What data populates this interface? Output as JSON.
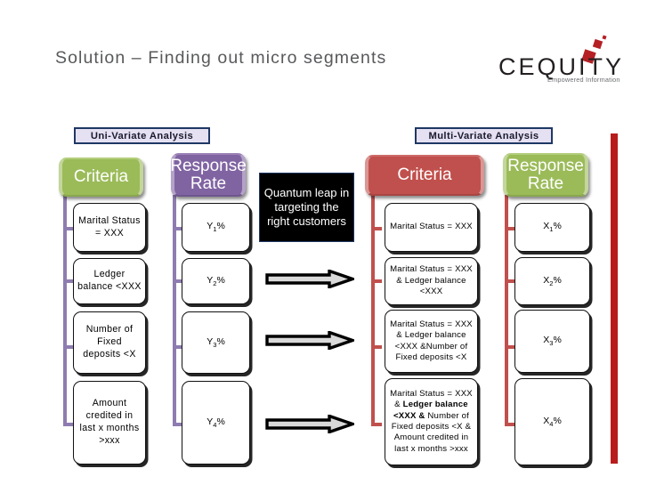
{
  "slide": {
    "title": "Solution – Finding out micro segments",
    "background": "#ffffff"
  },
  "logo": {
    "wordmark": "CEQUITY",
    "tagline": "Empowered Information",
    "accent_color": "#b52025"
  },
  "colors": {
    "green": "#9bbb59",
    "purple": "#8064a2",
    "red": "#c0504d",
    "badge_fill": "#e5e0f2",
    "badge_border": "#1f3864",
    "red_bar": "#b81c1c",
    "callout_fill": "#000000"
  },
  "sections": {
    "uni": {
      "badge": "Uni-Variate  Analysis",
      "criteria_header": "Criteria",
      "response_header": "Response Rate",
      "criteria": [
        "Marital Status = XXX",
        "Ledger balance <XXX",
        "Number of Fixed deposits <X",
        "Amount credited in last x months >xxx"
      ],
      "responses": [
        "Y1%",
        "Y2%",
        "Y3%",
        "Y4%"
      ]
    },
    "multi": {
      "badge": "Multi-Variate Analysis",
      "criteria_header": "Criteria",
      "response_header": "Response Rate",
      "criteria": [
        "Marital Status = XXX",
        "Marital Status = XXX & Ledger balance <XXX",
        "Marital Status = XXX & Ledger balance <XXX &Number of Fixed deposits <X",
        "Marital Status = XXX & Ledger balance <XXX & Number of Fixed deposits <X & Amount credited in last x months >xxx"
      ],
      "responses": [
        "X1%",
        "X2%",
        "X3%",
        "X4%"
      ]
    }
  },
  "callout": {
    "text": "Quantum leap in targeting the right customers",
    "lines": [
      "Quantum leap",
      "in targeting",
      "the right",
      "customers"
    ]
  },
  "arrows": {
    "count": 3,
    "direction": "right",
    "fill": "#d9d9d9",
    "outline": "#000000"
  }
}
